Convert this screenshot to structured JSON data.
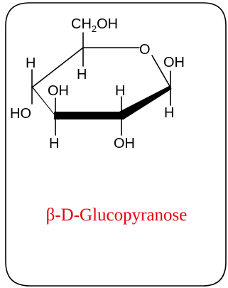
{
  "atoms": {
    "ch2oh": "CH",
    "ch2oh_sub": "2",
    "ch2oh_tail": "OH",
    "ring_o": "O",
    "c1_oh": "OH",
    "c1_h": "H",
    "c2_h": "H",
    "c2_oh": "OH",
    "c3_oh": "OH",
    "c3_h": "H",
    "c4_h": "H",
    "c4_ho": "HO",
    "c5_h": "H"
  },
  "caption": "β-D-Glucopyranose",
  "colors": {
    "caption": "#e8000b",
    "ink": "#000000",
    "border": "#000000",
    "background": "#ffffff"
  }
}
